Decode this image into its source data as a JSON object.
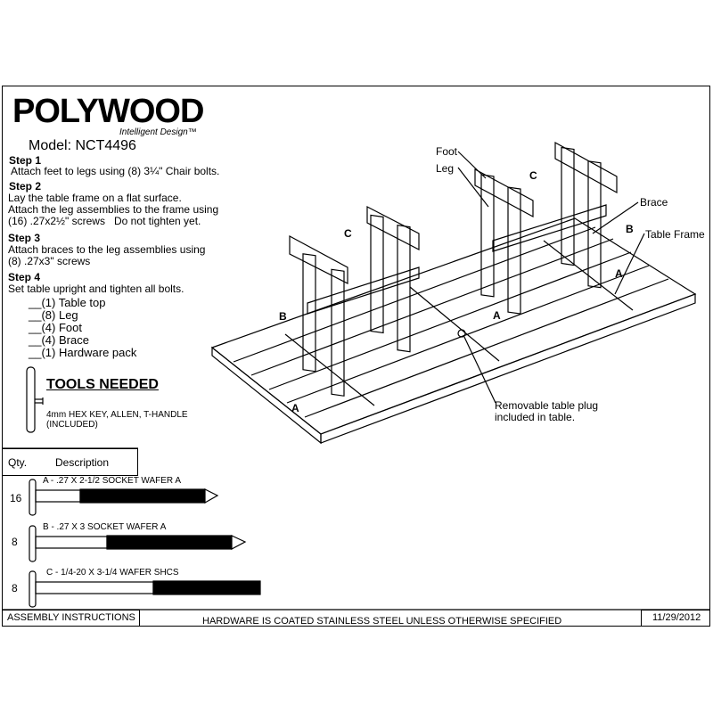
{
  "brand": {
    "logo": "POLYWOOD",
    "tagline": "Intelligent Design™"
  },
  "model": "Model: NCT4496",
  "steps": [
    {
      "heading": "Step 1",
      "text": "Attach feet to legs using (8) 3¼\" Chair bolts."
    },
    {
      "heading": "Step 2",
      "text": "Lay the table frame on a flat surface.\nAttach the leg assemblies to the frame using\n(16) .27x2½\" screws   Do not tighten yet."
    },
    {
      "heading": "Step 3",
      "text": "Attach braces to the leg assemblies using\n(8) .27x3\" screws"
    },
    {
      "heading": "Step 4",
      "text": "Set table upright and tighten all bolts."
    }
  ],
  "parts": [
    "__(1) Table top",
    "__(8) Leg",
    "__(4) Foot",
    "__(4) Brace",
    "__(1) Hardware pack"
  ],
  "tools": {
    "heading": "TOOLS NEEDED",
    "description": "4mm HEX KEY, ALLEN, T-HANDLE\n(INCLUDED)"
  },
  "hardware_table": {
    "col_qty": "Qty.",
    "col_desc": "Description",
    "rows": [
      {
        "qty": "16",
        "desc": "A - .27 X 2-1/2 SOCKET WAFER A"
      },
      {
        "qty": "8",
        "desc": "B - .27 X 3 SOCKET WAFER A"
      },
      {
        "qty": "8",
        "desc": "C - 1/4-20 X 3-1/4 WAFER SHCS"
      }
    ]
  },
  "diagram_labels": {
    "foot": "Foot",
    "leg": "Leg",
    "brace": "Brace",
    "table_frame": "Table Frame",
    "plug": "Removable table plug\nincluded in table.",
    "a": "A",
    "b": "B",
    "c": "C"
  },
  "footer": {
    "left": "ASSEMBLY INSTRUCTIONS",
    "center": "HARDWARE IS COATED STAINLESS STEEL UNLESS OTHERWISE SPECIFIED",
    "date": "11/29/2012"
  }
}
